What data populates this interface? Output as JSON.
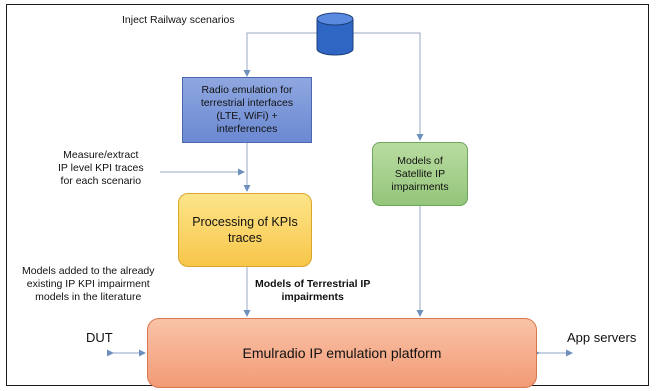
{
  "labels": {
    "inject": "Inject Railway scenarios",
    "measure": "Measure/extract\nIP level KPI traces\nfor each scenario",
    "models_added": "Models added to the already\nexisting IP KPI impairment\nmodels in the literature",
    "terrestrial_models": "Models of Terrestrial IP\nimpairments",
    "dut": "DUT",
    "app_servers": "App servers"
  },
  "boxes": {
    "radio": "Radio emulation for terrestrial interfaces (LTE, WiFi) + interferences",
    "kpi": "Processing of KPIs traces",
    "satellite": "Models of Satellite IP impairments",
    "emulation": "Emulradio IP emulation platform"
  },
  "colors": {
    "radio": "#7b97d8",
    "kpi": "#f9d466",
    "satellite": "#a5d08c",
    "emulation": "#f5ad8b",
    "database": "#2f66c4",
    "arrows": "#6f8fbd"
  },
  "icons": {
    "database": "database-icon"
  }
}
